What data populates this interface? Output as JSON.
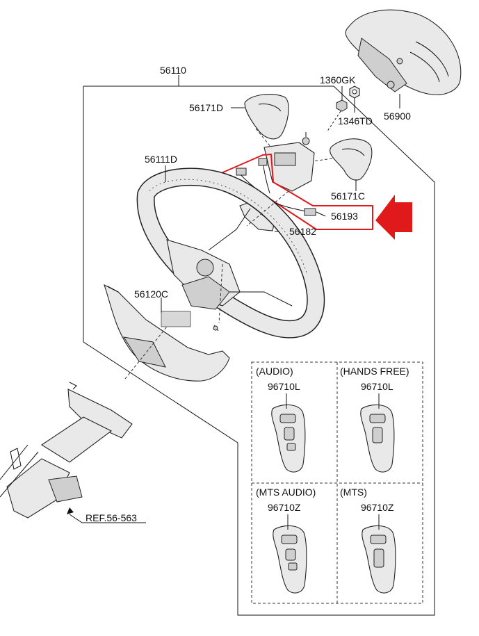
{
  "labels": {
    "assembly": "56110",
    "airbag_module": "56900",
    "bolt": "1360GK",
    "nut": "1346TD",
    "cover_d": "56171D",
    "cover_c": "56171C",
    "wheel_body": "56111D",
    "harness": "56193",
    "connector": "56182",
    "lower_cover": "56120C",
    "column_ref": "REF.56-563"
  },
  "switch_panels": [
    {
      "title": "(AUDIO)",
      "part": "96710L"
    },
    {
      "title": "(HANDS FREE)",
      "part": "96710L"
    },
    {
      "title": "(MTS AUDIO)",
      "part": "96710Z"
    },
    {
      "title": "(MTS)",
      "part": "96710Z"
    }
  ],
  "colors": {
    "highlight": "#e0191b",
    "line": "#111111"
  },
  "icons": {
    "callout_arrow": "red-arrow-left"
  }
}
